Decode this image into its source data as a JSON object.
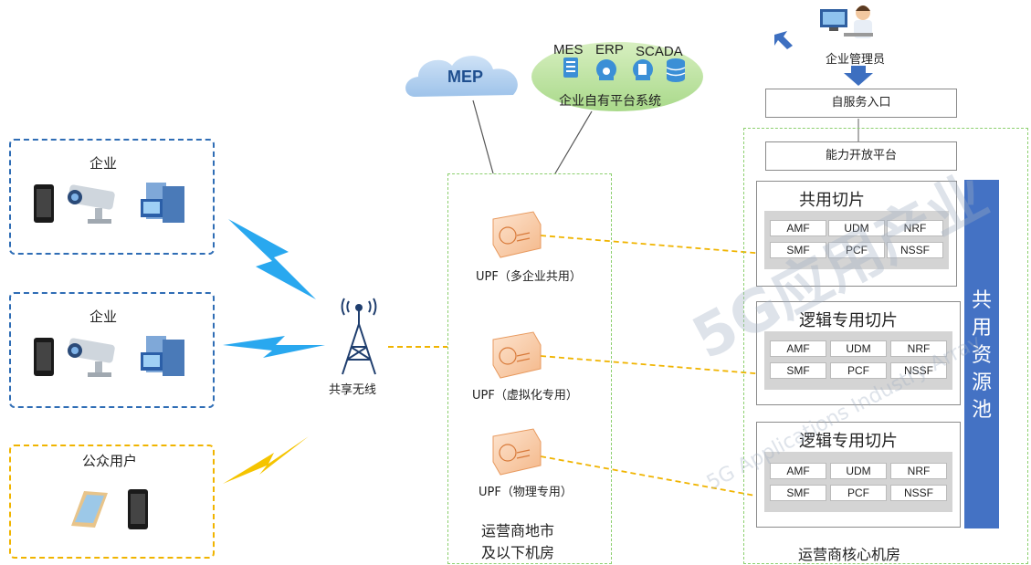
{
  "enterprise": {
    "label_1": "企业",
    "label_2": "企业"
  },
  "public": {
    "label": "公众用户"
  },
  "tower": {
    "label": "共享无线"
  },
  "mep": {
    "label": "MEP"
  },
  "platform": {
    "mes": "MES",
    "erp": "ERP",
    "scada": "SCADA",
    "caption": "企业自有平台系统"
  },
  "upf": {
    "u1": "UPF（多企业共用）",
    "u2": "UPF（虚拟化专用）",
    "u3": "UPF（物理专用）"
  },
  "local_room": {
    "line1": "运营商地市",
    "line2": "及以下机房"
  },
  "admin": {
    "label": "企业管理员"
  },
  "self_service": {
    "label": "自服务入口"
  },
  "exposure": {
    "label": "能力开放平台"
  },
  "slices": [
    {
      "title": "共用切片",
      "nfs": [
        "AMF",
        "UDM",
        "NRF",
        "SMF",
        "PCF",
        "NSSF"
      ]
    },
    {
      "title": "逻辑专用切片",
      "nfs": [
        "AMF",
        "UDM",
        "NRF",
        "SMF",
        "PCF",
        "NSSF"
      ]
    },
    {
      "title": "逻辑专用切片",
      "nfs": [
        "AMF",
        "UDM",
        "NRF",
        "SMF",
        "PCF",
        "NSSF"
      ]
    }
  ],
  "pool": {
    "c1": "共",
    "c2": "用",
    "c3": "资",
    "c4": "源",
    "c5": "池"
  },
  "core_room": {
    "label": "运营商核心机房"
  },
  "watermark": {
    "big": "5G应用产业",
    "sub": "5G Applications Industry Array"
  },
  "colors": {
    "enterprise_border": "#2f6db5",
    "public_border": "#f0b400",
    "green_dash": "#8ccf6e",
    "pool": "#4472c4",
    "upf_link": "#f0b400",
    "lightning_blue": "#29a8ef",
    "lightning_yellow": "#f5c400"
  }
}
